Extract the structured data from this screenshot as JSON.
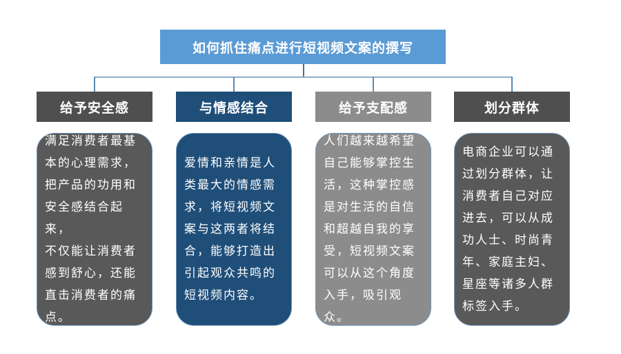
{
  "slide": {
    "title": "如何抓住痛点进行短视频文案的撰写"
  },
  "colors": {
    "title_bg": "#5B9BD5",
    "connector_horizontal": "#8FAECB",
    "connector_vertical": "#41719C",
    "dark_gray_header": "#4F4F4F",
    "dark_gray_body": "#595959",
    "dark_blue": "#1F4E79",
    "medium_gray": "#8C8C8C",
    "body_border": "#6E93B8",
    "text": "#FFFFFF"
  },
  "columns": [
    {
      "header": "给予安全感",
      "theme": "dark-gray",
      "body": "满足消费者最基\n本的心理需求，\n把产品的功用和\n安全感结合起来，\n不仅能让消费者\n感到舒心，还能\n直击消费者的痛\n点。"
    },
    {
      "header": "与情感结合",
      "theme": "dark-blue",
      "body": "爱情和亲情是人\n类最大的情感需\n求，将短视频文\n案与这两者将结\n合，能够打造出\n引起观众共鸣的\n短视频内容。"
    },
    {
      "header": "给予支配感",
      "theme": "medium-gray",
      "body": "人们越来越希望\n自己能够掌控生\n活，这种掌控感\n是对生活的自信\n和超越自我的享\n受，短视频文案\n可以从这个角度\n入手，吸引观众。"
    },
    {
      "header": "划分群体",
      "theme": "dark-gray",
      "body": "电商企业可以通\n过划分群体，让\n消费者自己对应\n进去，可以从成\n功人士、时尚青\n年、家庭主妇、\n星座等诸多人群\n标签入手。"
    }
  ]
}
